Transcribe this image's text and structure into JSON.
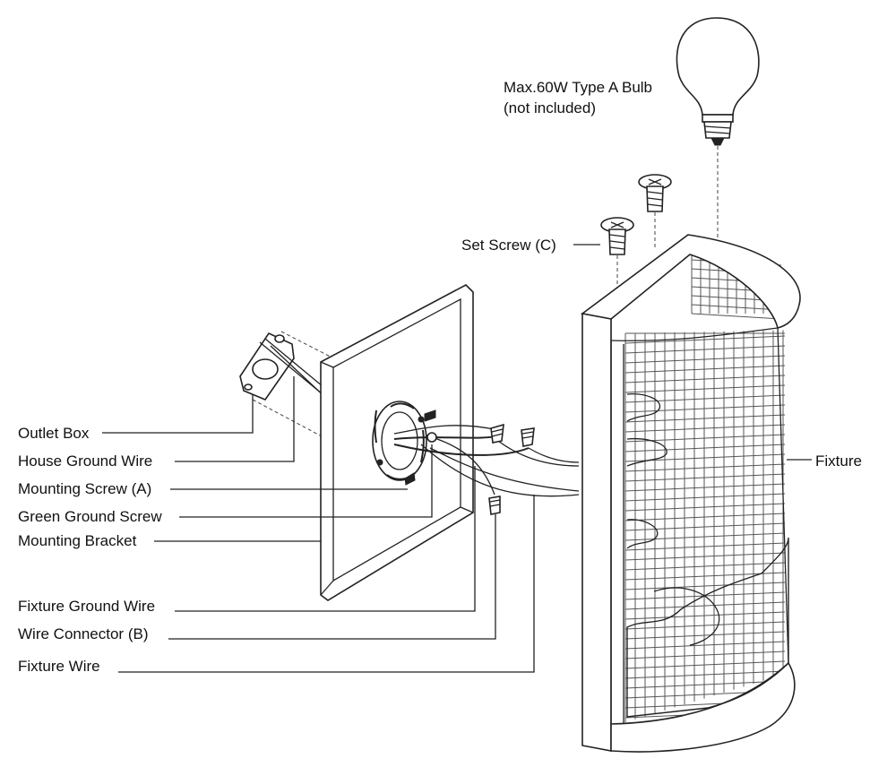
{
  "labels": {
    "bulb_line1": "Max.60W Type A Bulb",
    "bulb_line2": "(not included)",
    "set_screw": "Set Screw (C)",
    "outlet_box": "Outlet Box",
    "house_ground_wire": "House Ground Wire",
    "mounting_screw": "Mounting Screw (A)",
    "green_ground_screw": "Green Ground Screw",
    "mounting_bracket": "Mounting Bracket",
    "fixture_ground_wire": "Fixture Ground Wire",
    "wire_connector": "Wire Connector (B)",
    "fixture_wire": "Fixture Wire",
    "fixture": "Fixture"
  }
}
